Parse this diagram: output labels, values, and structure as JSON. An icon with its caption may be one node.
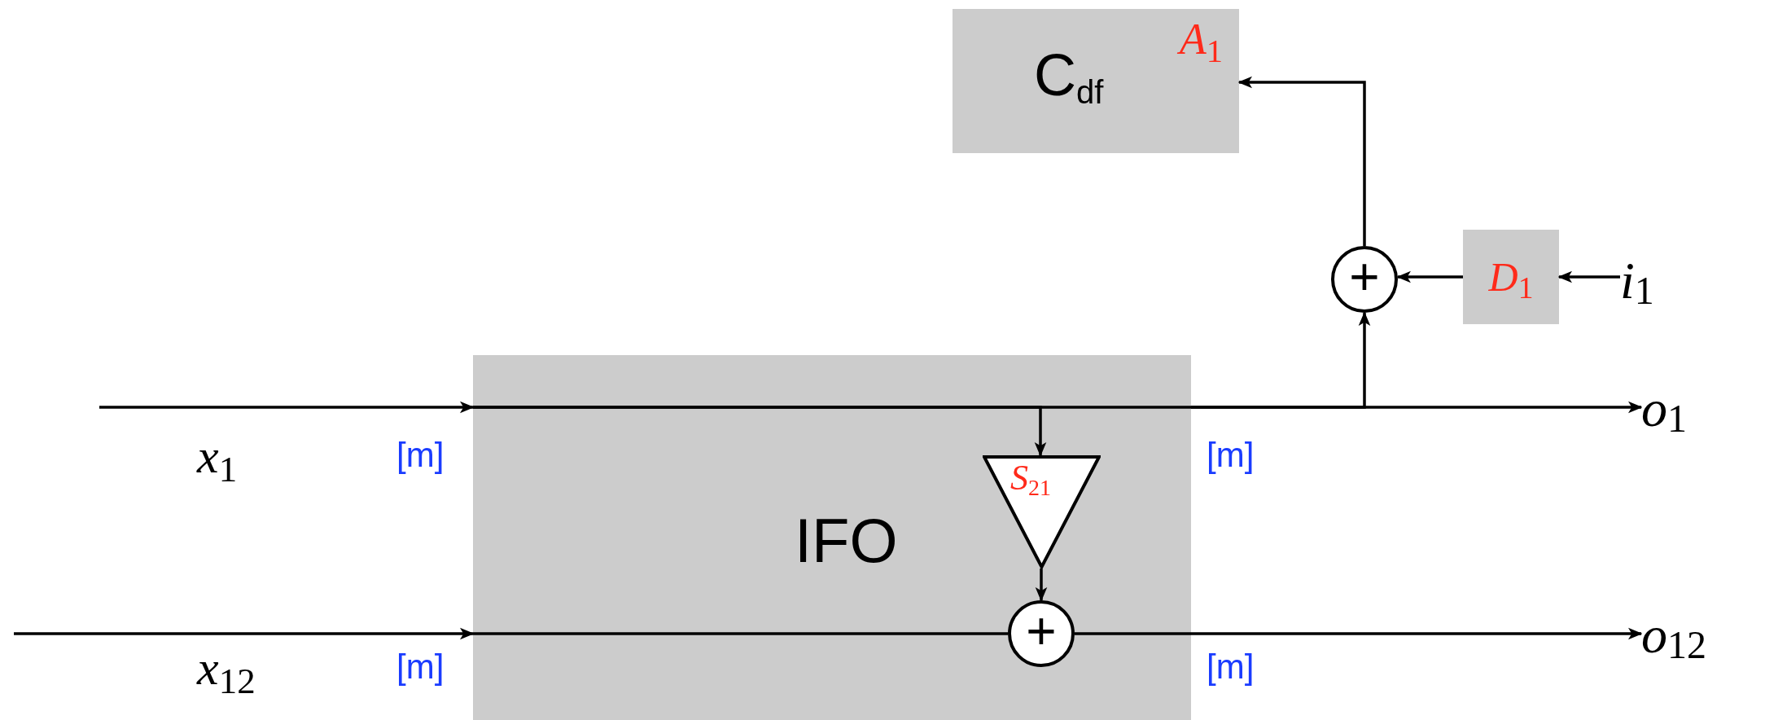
{
  "diagram": {
    "nodes": [
      {
        "text": [
          "C$_{df}$",
          "*A*$_{1}$"
        ]
      },
      {
        "text": [
          "+"
        ]
      },
      {
        "text": [
          "*D*$_{1}$"
        ]
      },
      {
        "text": [
          "*i*$_{1}$"
        ]
      },
      {
        "text": [
          "IFO"
        ]
      },
      {
        "text": [
          "*S*$_{21}$"
        ],
        "in": 4
      },
      {
        "text": [
          "+"
        ],
        "in": 4
      },
      {
        "text": [
          "*o*$_{1}$"
        ]
      },
      {
        "text": [
          "*o*$_{12}$"
        ]
      }
    ],
    "edges": [
      {
        "from": null,
        "to": 4,
        "arrow": "to"
      },
      {
        "from": 4,
        "to": 7,
        "arrow": "to"
      },
      {
        "from": 4,
        "to": 5,
        "arrow": "to"
      },
      {
        "from": 4,
        "to": 1,
        "arrow": "to"
      },
      {
        "from": 5,
        "to": 6,
        "arrow": "to"
      },
      {
        "from": null,
        "to": 4,
        "arrow": "to"
      },
      {
        "from": 4,
        "to": 6,
        "arrow": "none"
      },
      {
        "from": 6,
        "to": 8,
        "arrow": "to"
      },
      {
        "from": 1,
        "to": 0,
        "arrow": "to"
      },
      {
        "from": 2,
        "to": 1,
        "arrow": "to"
      },
      {
        "from": 3,
        "to": 2,
        "arrow": "to"
      }
    ],
    "labels": [
      "*x*$_{1}$",
      "[m]",
      "[m]",
      "*x*$_{12}$",
      "[m]",
      "[m]"
    ]
  }
}
